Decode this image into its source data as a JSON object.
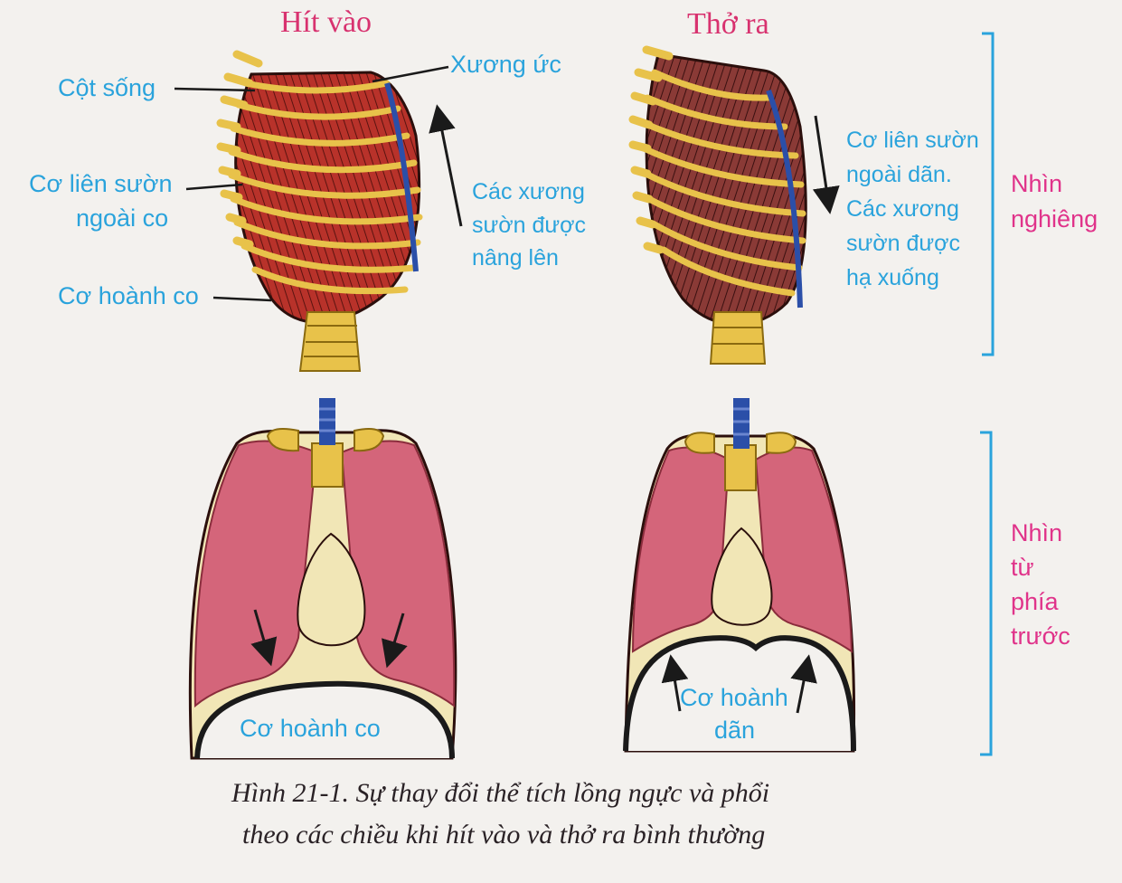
{
  "headers": {
    "inhale": "Hít vào",
    "exhale": "Thở ra"
  },
  "labels": {
    "spine": "Cột sống",
    "sternum": "Xương ức",
    "intercostal_contract_1": "Cơ liên sườn",
    "intercostal_contract_2": "ngoài co",
    "diaphragm_contract_side": "Cơ hoành co",
    "ribs_raised": [
      "Các xương",
      "sườn được",
      "nâng lên"
    ],
    "exhale_note": [
      "Cơ liên sườn",
      "ngoài dãn.",
      "Các xương",
      "sườn được",
      "hạ xuống"
    ],
    "diaphragm_contract_front": "Cơ hoành co",
    "diaphragm_relax_1": "Cơ hoành",
    "diaphragm_relax_2": "dãn"
  },
  "views": {
    "side": [
      "Nhìn",
      "nghiêng"
    ],
    "front": [
      "Nhìn",
      "từ",
      "phía",
      "trước"
    ]
  },
  "caption": {
    "line1": "Hình 21-1. Sự thay đổi thể tích lồng ngực và phổi",
    "line2": "theo các chiều khi hít vào và thở ra bình thường"
  },
  "colors": {
    "label_blue": "#2aa3dc",
    "header_pink": "#d8326f",
    "rib_yellow": "#e8c24a",
    "muscle_red": "#b8322a",
    "lung_pink": "#d4657a",
    "mediastinum": "#f1e6b6"
  }
}
